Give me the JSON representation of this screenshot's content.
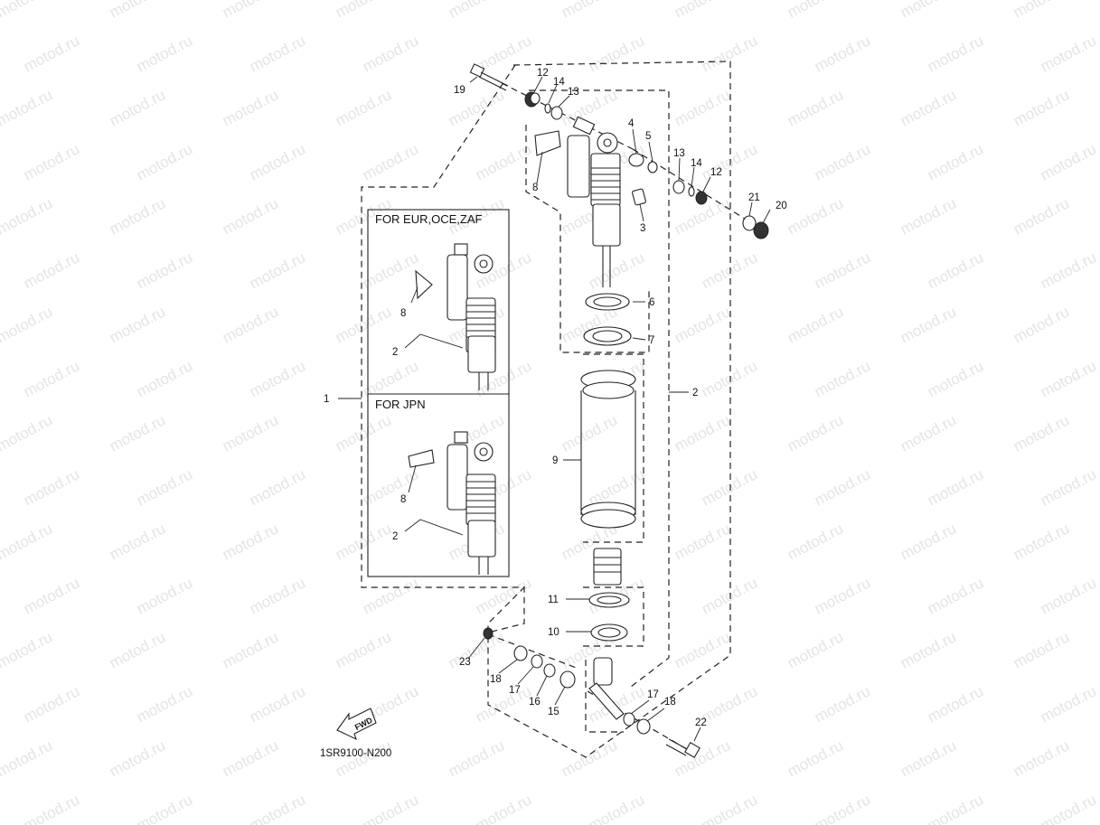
{
  "watermark": "motod.ru",
  "diagram_code": "1SR9100-N200",
  "fwd_label": "FWD",
  "inset_labels": {
    "top": "FOR EUR,OCE,ZAF",
    "bottom": "FOR JPN"
  },
  "callouts": {
    "c1": "1",
    "c2": "2",
    "c3": "3",
    "c4": "4",
    "c5": "5",
    "c6": "6",
    "c7": "7",
    "c8": "8",
    "c9": "9",
    "c10": "10",
    "c11": "11",
    "c12a": "12",
    "c12b": "12",
    "c13a": "13",
    "c13b": "13",
    "c14a": "14",
    "c14b": "14",
    "c15": "15",
    "c16": "16",
    "c17a": "17",
    "c17b": "17",
    "c18a": "18",
    "c18b": "18",
    "c19": "19",
    "c20": "20",
    "c21": "21",
    "c22": "22",
    "c23": "23",
    "i8a": "8",
    "i2a": "2",
    "i8b": "8",
    "i2b": "2"
  }
}
